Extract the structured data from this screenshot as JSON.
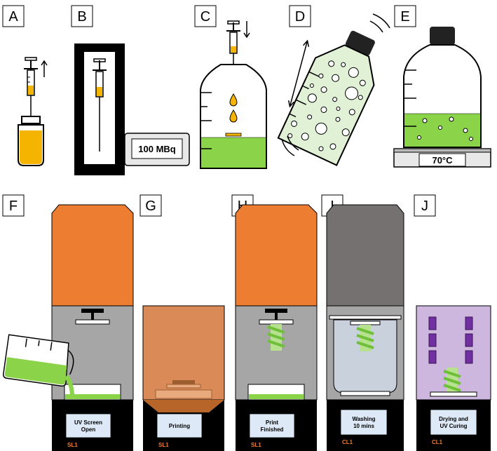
{
  "panel_labels": {
    "a": "A",
    "b": "B",
    "c": "C",
    "d": "D",
    "e": "E",
    "f": "F",
    "g": "G",
    "h": "H",
    "i": "I",
    "j": "J"
  },
  "dose_display": "100 MBq",
  "hotplate_temp": "70°C",
  "screens": {
    "f": [
      "UV Screen",
      "Open"
    ],
    "g": [
      "Printing"
    ],
    "h": [
      "Print",
      "Finished"
    ],
    "i": [
      "Washing",
      "10 mins"
    ],
    "j": [
      "Drying and",
      "UV Curing"
    ]
  },
  "brands": {
    "printer": "SL1",
    "cure_unit": "CL1"
  },
  "colors": {
    "resin_green": "#8bd44a",
    "radiotracer_orange": "#f5b400",
    "lid_orange": "#ed7d31",
    "wash_lid_grey": "#767171",
    "uv_purple": "#cdb7de",
    "brand_orange": "#ed7d31"
  }
}
